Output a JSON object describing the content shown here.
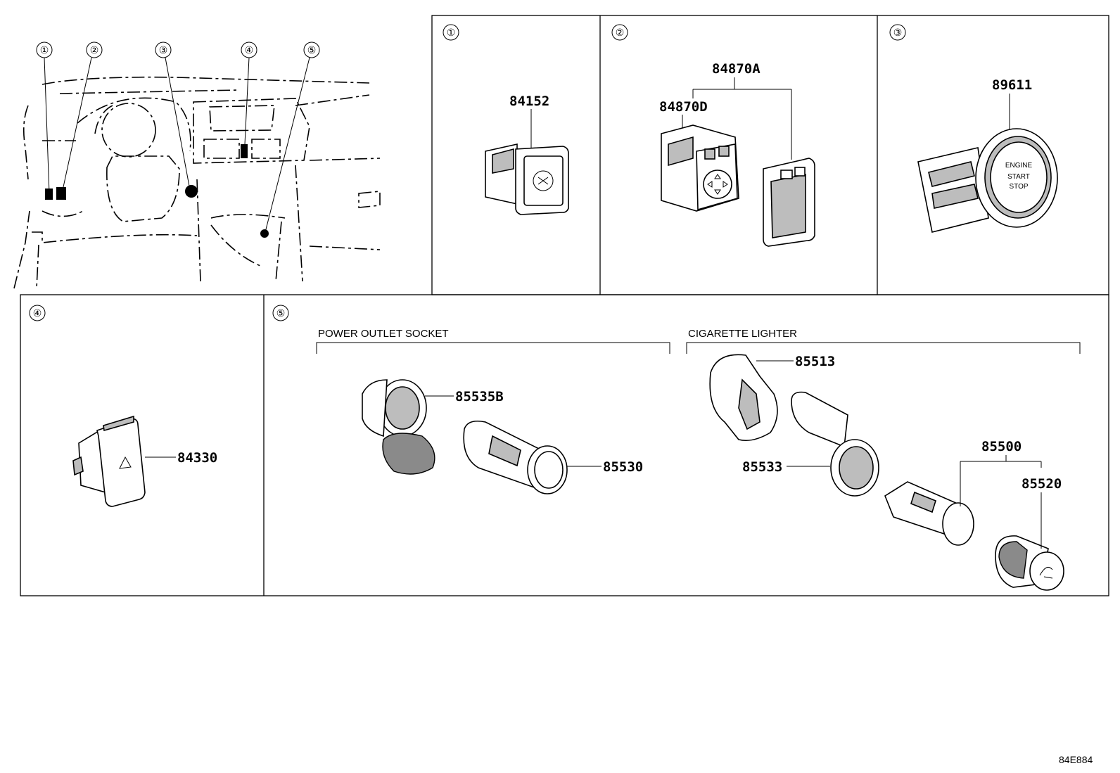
{
  "diagram_code": "84E884",
  "overview_callouts": [
    "①",
    "②",
    "③",
    "④",
    "⑤"
  ],
  "panels": [
    {
      "id": "1",
      "circle": "①",
      "parts": [
        "84152"
      ]
    },
    {
      "id": "2",
      "circle": "②",
      "parts": [
        "84870A",
        "84870D"
      ]
    },
    {
      "id": "3",
      "circle": "③",
      "parts": [
        "89611"
      ],
      "button_text": [
        "ENGINE",
        "START",
        "STOP"
      ]
    },
    {
      "id": "4",
      "circle": "④",
      "parts": [
        "84330"
      ]
    },
    {
      "id": "5",
      "circle": "⑤",
      "groups": [
        {
          "title": "POWER OUTLET SOCKET",
          "parts": [
            "85535B",
            "85530"
          ]
        },
        {
          "title": "CIGARETTE LIGHTER",
          "parts": [
            "85513",
            "85533",
            "85500",
            "85520"
          ]
        }
      ]
    }
  ]
}
